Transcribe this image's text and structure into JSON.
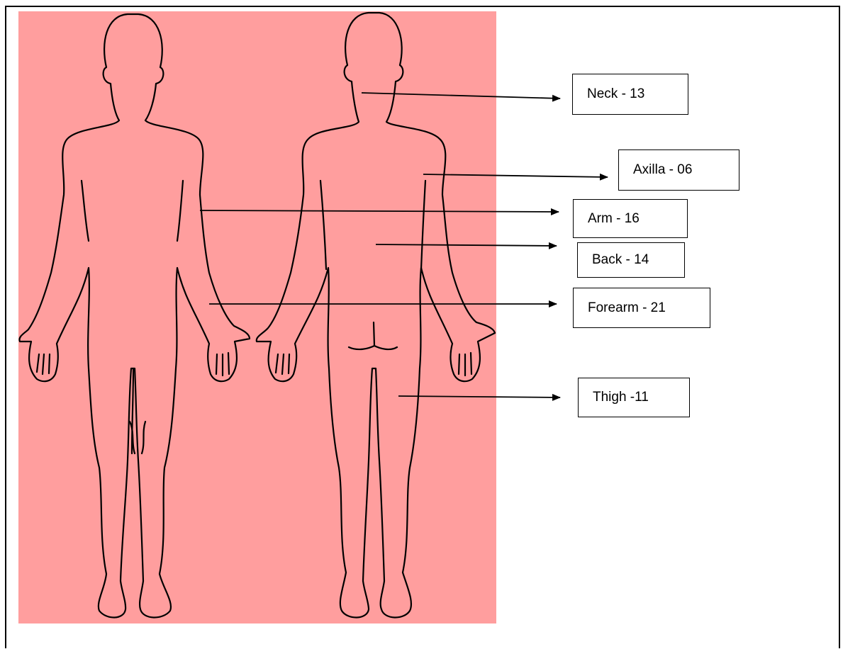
{
  "diagram": {
    "background_color": "#ff9e9e",
    "outline_color": "#000000",
    "views": [
      "front-body",
      "back-body"
    ],
    "labels": [
      {
        "id": "neck",
        "text": "Neck - 13"
      },
      {
        "id": "axilla",
        "text": "Axilla - 06"
      },
      {
        "id": "arm",
        "text": "Arm - 16"
      },
      {
        "id": "back",
        "text": "Back - 14"
      },
      {
        "id": "forearm",
        "text": "Forearm - 21"
      },
      {
        "id": "thigh",
        "text": "Thigh -11"
      }
    ]
  }
}
